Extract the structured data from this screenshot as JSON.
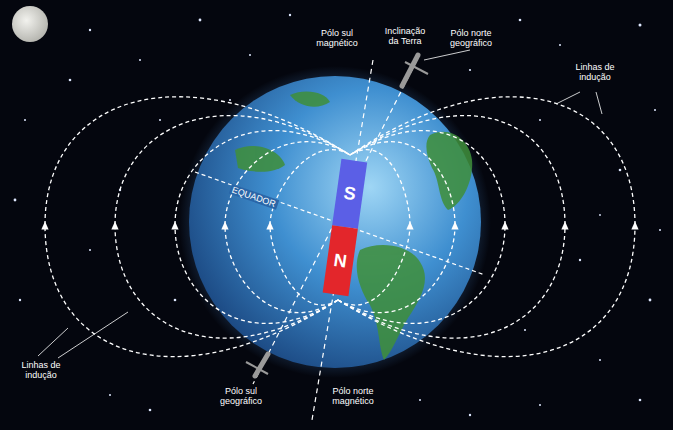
{
  "diagram": {
    "nodes": [
      {
        "text": [
          "S"
        ]
      },
      {
        "text": [
          "N"
        ]
      }
    ],
    "labels": [
      "Pólo sul magnético",
      "Inclinação da Terra",
      "Pólo norte geográfico",
      "Linhas de indução",
      "EQUADOR",
      "Linhas de indução",
      "Pólo sul geográfico",
      "Pólo norte magnético"
    ]
  }
}
